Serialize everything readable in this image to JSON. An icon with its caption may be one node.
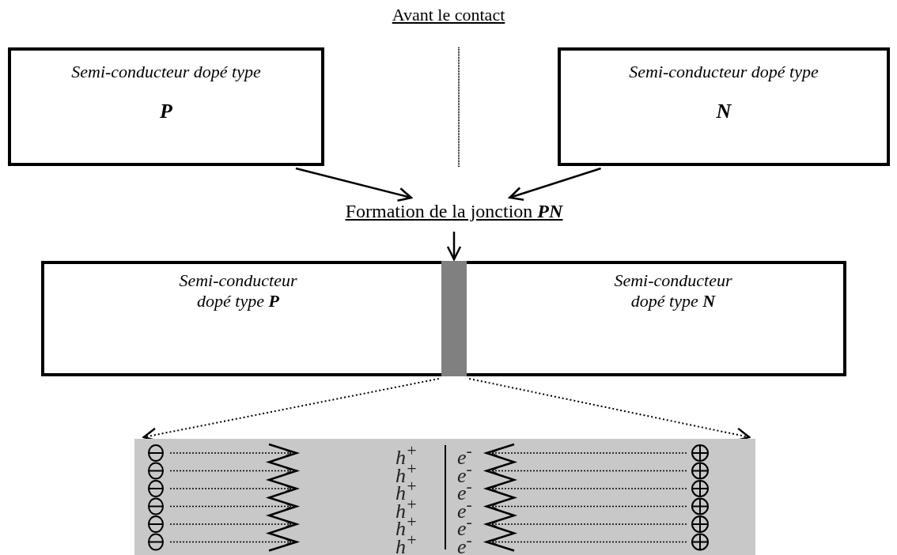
{
  "diagram": {
    "title": "Avant le contact",
    "nodes": [
      {
        "text": [
          "Semi-conducteur dopé type",
          "P"
        ]
      },
      {
        "text": [
          "Semi-conducteur dopé type",
          "N"
        ]
      },
      {
        "text": [
          "Formation de la jonction **PN**"
        ]
      },
      {
        "text": [
          "Semi-conducteur dopé type **P**",
          "Semi-conducteur dopé type **N**"
        ]
      },
      {
        "text": [],
        "shape": "bar",
        "in": 3
      },
      {
        "text": [],
        "shape": "box"
      }
    ],
    "edges": [
      {
        "from": 0,
        "to": 2,
        "arrow": "to"
      },
      {
        "from": 1,
        "to": 2,
        "arrow": "to"
      },
      {
        "from": 2,
        "to": 4,
        "arrow": "to"
      },
      {
        "from": 4,
        "to": 5,
        "arrow": "to",
        "style": "dashed"
      },
      {
        "from": 4,
        "to": 5,
        "arrow": "to",
        "style": "dashed"
      }
    ],
    "labels": [
      "h$^{+}$",
      "e$^{-}$",
      "h$^{+}$",
      "e$^{-}$",
      "h$^{+}$",
      "e$^{-}$",
      "h$^{+}$",
      "e$^{-}$",
      "h$^{+}$",
      "e$^{-}$",
      "h$^{+}$",
      "e$^{-}$"
    ]
  }
}
